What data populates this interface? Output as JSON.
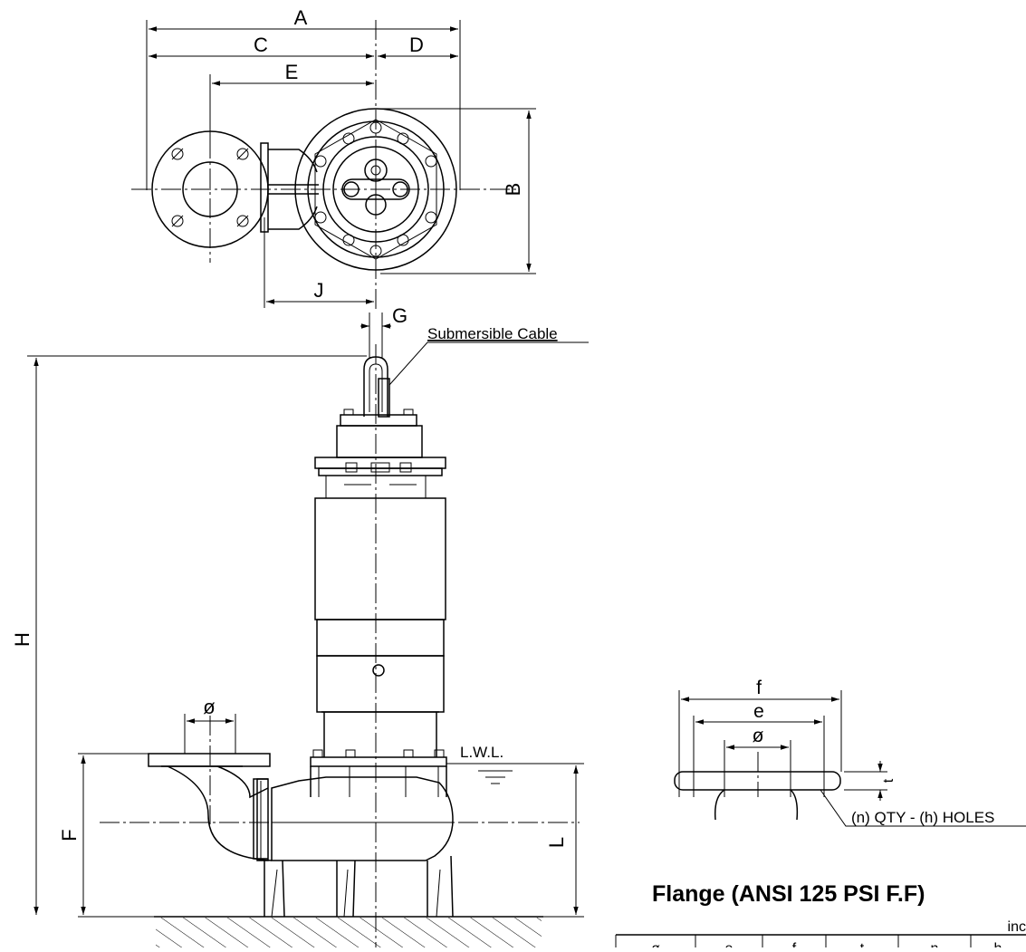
{
  "labels": {
    "A": "A",
    "B": "B",
    "C": "C",
    "D": "D",
    "E": "E",
    "F": "F",
    "G": "G",
    "H": "H",
    "J": "J",
    "L": "L",
    "phi": "ø"
  },
  "annotations": {
    "cable": "Submersible Cable",
    "lwl": "L.W.L.",
    "holes": "(n) QTY - (h) HOLES"
  },
  "flange_detail": {
    "f": "f",
    "e": "e",
    "phi": "ø",
    "t": "t",
    "title": "Flange (ANSI 125 PSI F.F)"
  },
  "table": {
    "unit_partial": "inc",
    "headers": [
      "ø",
      "e",
      "f",
      "t",
      "n",
      "h"
    ]
  }
}
